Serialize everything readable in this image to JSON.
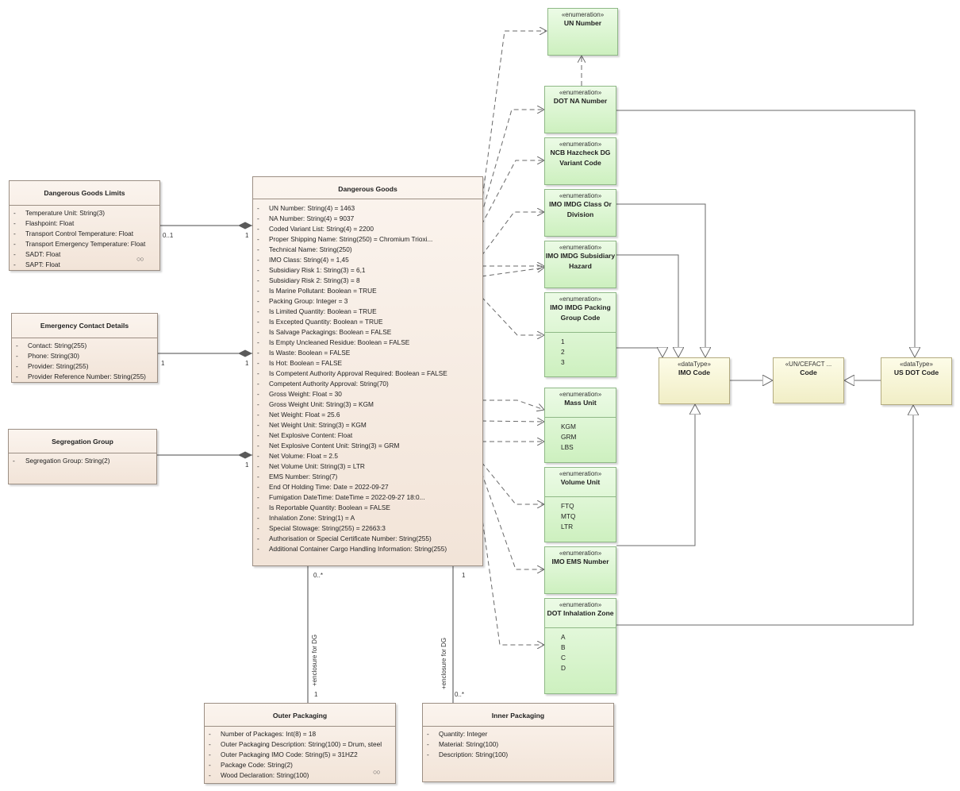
{
  "classes": {
    "limits": {
      "title": "Dangerous Goods Limits",
      "attrs": [
        "Temperature Unit: String(3)",
        "Flashpoint: Float",
        "Transport Control Temperature: Float",
        "Transport Emergency Temperature: Float",
        "SADT: Float",
        "SAPT: Float"
      ]
    },
    "emergency": {
      "title": "Emergency Contact Details",
      "attrs": [
        "Contact: String(255)",
        "Phone: String(30)",
        "Provider: String(255)",
        "Provider Reference Number: String(255)"
      ]
    },
    "segregation": {
      "title": "Segregation Group",
      "attrs": [
        "Segregation Group: String(2)"
      ]
    },
    "dg": {
      "title": "Dangerous Goods",
      "attrs": [
        "UN Number: String(4) = 1463",
        "NA Number: String(4) = 9037",
        "Coded Variant List: String(4) = 2200",
        "Proper Shipping Name: String(250) = Chromium Trioxi...",
        "Technical Name: String(250)",
        "IMO Class: String(4) = 1,45",
        "Subsidiary Risk 1: String(3) = 6,1",
        "Subsidiary Risk 2: String(3) = 8",
        "Is Marine Pollutant: Boolean = TRUE",
        "Packing Group: Integer = 3",
        "Is Limited Quantity: Boolean = TRUE",
        "Is Excepted Quantity: Boolean = TRUE",
        "Is Salvage Packagings: Boolean = FALSE",
        "Is Empty Uncleaned Residue: Boolean = FALSE",
        "Is Waste: Boolean = FALSE",
        "Is Hot: Boolean = FALSE",
        "Is Competent Authority Approval Required: Boolean = FALSE",
        "Competent Authority Approval: String(70)",
        "Gross Weight: Float = 30",
        "Gross Weight Unit: String(3) = KGM",
        "Net Weight: Float = 25.6",
        "Net Weight Unit: String(3) = KGM",
        "Net Explosive Content: Float",
        "Net Explosive Content Unit: String(3) = GRM",
        "Net Volume: Float = 2.5",
        "Net Volume Unit: String(3) = LTR",
        "EMS Number: String(7)",
        "End Of Holding Time: Date = 2022-09-27",
        "Fumigation DateTime: DateTime = 2022-09-27 18:0...",
        "Is Reportable Quantity: Boolean = FALSE",
        "Inhalation Zone: String(1) = A",
        "Special Stowage: String(255) = 22663:3",
        "Authorisation or Special Certificate Number: String(255)",
        "Additional Container Cargo Handling Information: String(255)"
      ]
    },
    "outer": {
      "title": "Outer Packaging",
      "attrs": [
        "Number of Packages: Int(8) = 18",
        "Outer Packaging Description: String(100) = Drum, steel",
        "Outer Packaging IMO Code: String(5) = 31HZ2",
        "Package Code: String(2)",
        "Wood Declaration: String(100)"
      ]
    },
    "inner": {
      "title": "Inner Packaging",
      "attrs": [
        "Quantity: Integer",
        "Material: String(100)",
        "Description: String(100)"
      ]
    }
  },
  "enums": {
    "stereotype": "«enumeration»",
    "un": {
      "title": "UN Number"
    },
    "dotna": {
      "title": "DOT NA Number"
    },
    "ncb": {
      "title": "NCB Hazcheck DG Variant Code"
    },
    "imoclass": {
      "title": "IMO IMDG Class Or Division"
    },
    "imosub": {
      "title": "IMO IMDG Subsidiary Hazard"
    },
    "imopg": {
      "title": "IMO IMDG Packing Group Code",
      "literals": [
        "1",
        "2",
        "3"
      ]
    },
    "mass": {
      "title": "Mass Unit",
      "literals": [
        "KGM",
        "GRM",
        "LBS"
      ]
    },
    "volume": {
      "title": "Volume Unit",
      "literals": [
        "FTQ",
        "MTQ",
        "LTR"
      ]
    },
    "ems": {
      "title": "IMO EMS Number"
    },
    "inhal": {
      "title": "DOT Inhalation Zone",
      "literals": [
        "A",
        "B",
        "C",
        "D"
      ]
    }
  },
  "datatypes": {
    "imocode": {
      "stereo": "«dataType»",
      "title": "IMO Code"
    },
    "code": {
      "stereo": "«UN/CEFACT ...",
      "title": "Code"
    },
    "usdot": {
      "stereo": "«dataType»",
      "title": "US DOT Code"
    }
  },
  "multiplicities": {
    "limits_end": "0..1",
    "limits_dg": "1",
    "emergency_end": "1",
    "emergency_dg": "1",
    "segregation_dg": "1",
    "outer_dg": "0..*",
    "outer_end": "1",
    "inner_dg": "1",
    "inner_end": "0..*"
  },
  "roles": {
    "outer": "+enclosure for DG",
    "inner": "+enclosure for DG"
  },
  "chain_icon": "○○"
}
